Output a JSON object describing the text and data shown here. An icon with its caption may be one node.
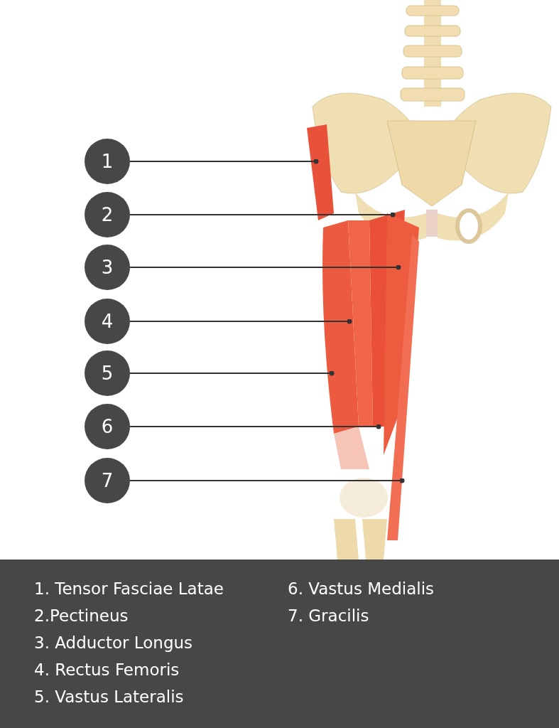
{
  "diagram": {
    "nodes": [
      {
        "text": [
          "1"
        ]
      },
      {
        "text": [
          "2"
        ]
      },
      {
        "text": [
          "3"
        ]
      },
      {
        "text": [
          "4"
        ]
      },
      {
        "text": [
          "5"
        ]
      },
      {
        "text": [
          "6"
        ]
      },
      {
        "text": [
          "7"
        ]
      }
    ],
    "edges": [
      {
        "from": 0,
        "to": null,
        "arrow": "other"
      },
      {
        "from": 1,
        "to": null,
        "arrow": "other"
      },
      {
        "from": 2,
        "to": null,
        "arrow": "other"
      },
      {
        "from": 3,
        "to": null,
        "arrow": "other"
      },
      {
        "from": 4,
        "to": null,
        "arrow": "other"
      },
      {
        "from": 5,
        "to": null,
        "arrow": "other"
      },
      {
        "from": 6,
        "to": null,
        "arrow": "other"
      }
    ],
    "labels": [
      "1. Tensor Fasciae Latae",
      "2.Pectineus",
      "3. Adductor Longus",
      "4. Rectus Femoris",
      "5. Vastus Lateralis",
      "6. Vastus Medialis",
      "7. Gracilis"
    ]
  }
}
